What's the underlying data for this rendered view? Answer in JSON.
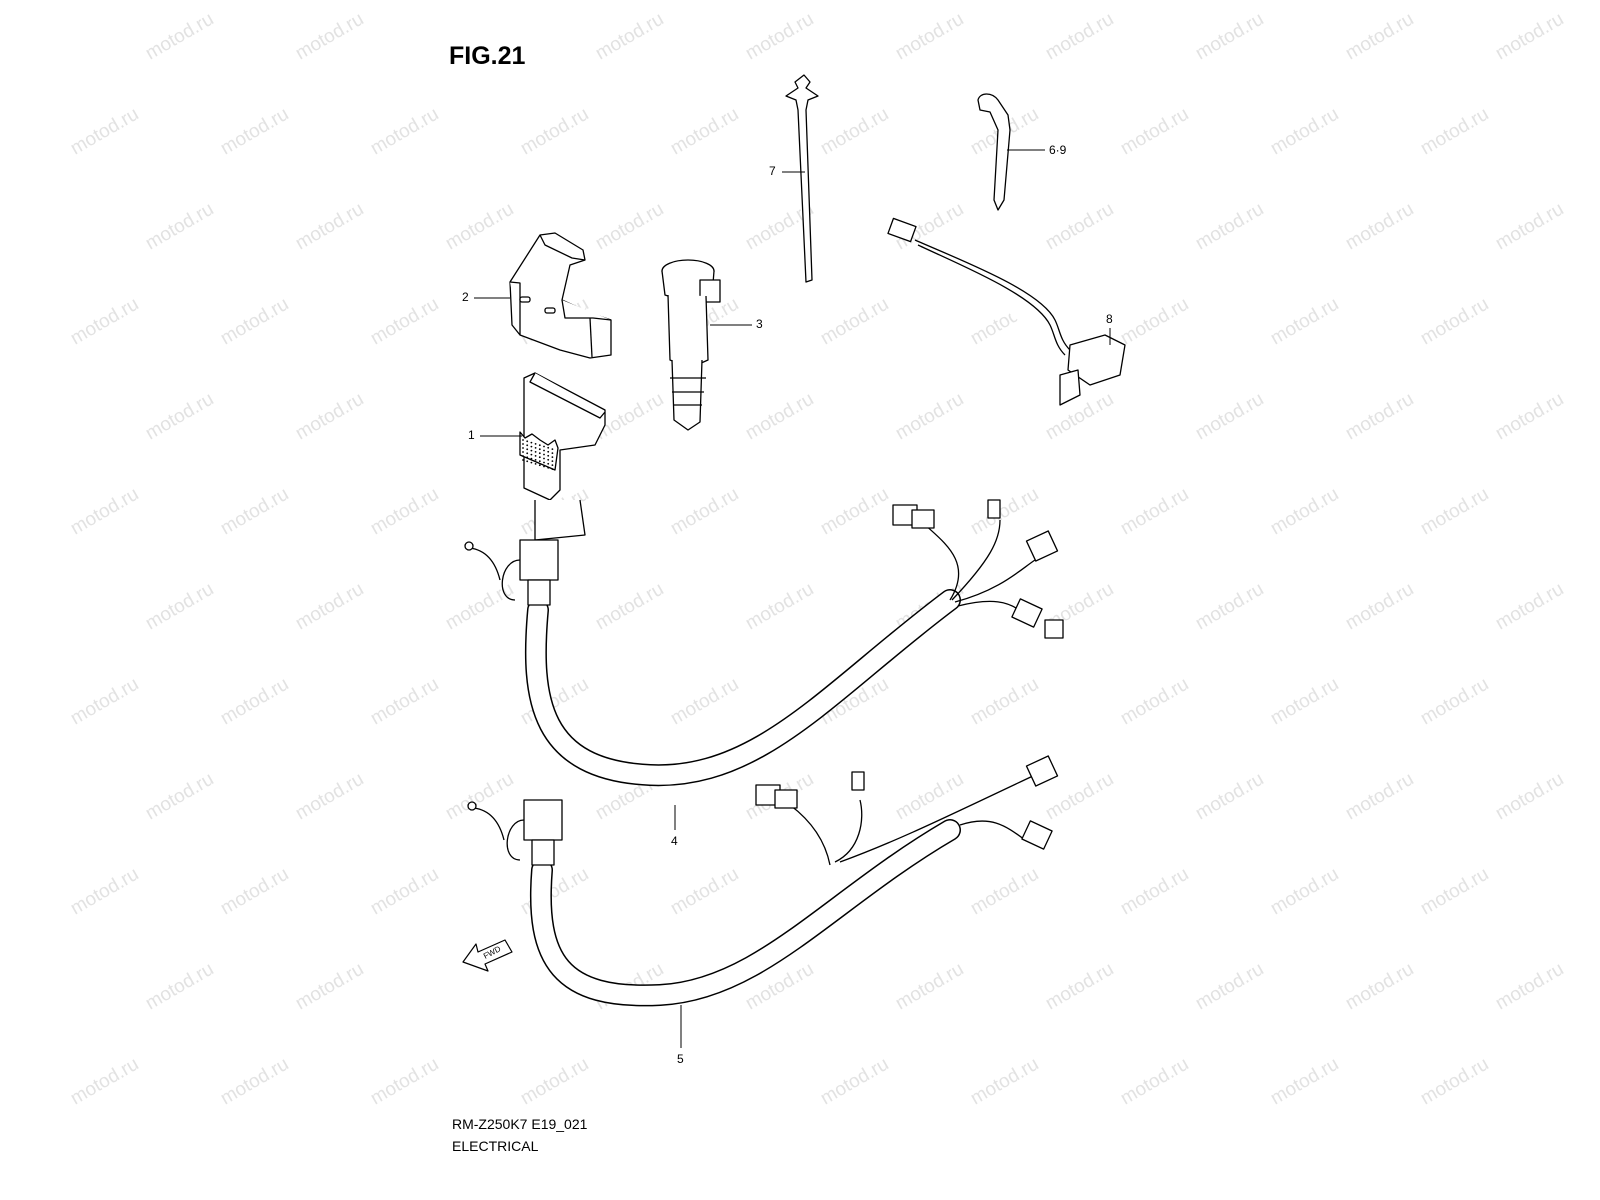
{
  "figure": {
    "title": "FIG.21",
    "model_code": "RM-Z250K7 E19_021",
    "section": "ELECTRICAL"
  },
  "watermark": "motod.ru",
  "callouts": [
    {
      "id": "1",
      "label": "1"
    },
    {
      "id": "2",
      "label": "2"
    },
    {
      "id": "3",
      "label": "3"
    },
    {
      "id": "4",
      "label": "4"
    },
    {
      "id": "5",
      "label": "5"
    },
    {
      "id": "6-9",
      "label": "6·9"
    },
    {
      "id": "7",
      "label": "7"
    },
    {
      "id": "8",
      "label": "8"
    }
  ],
  "direction_marker": "FWD"
}
